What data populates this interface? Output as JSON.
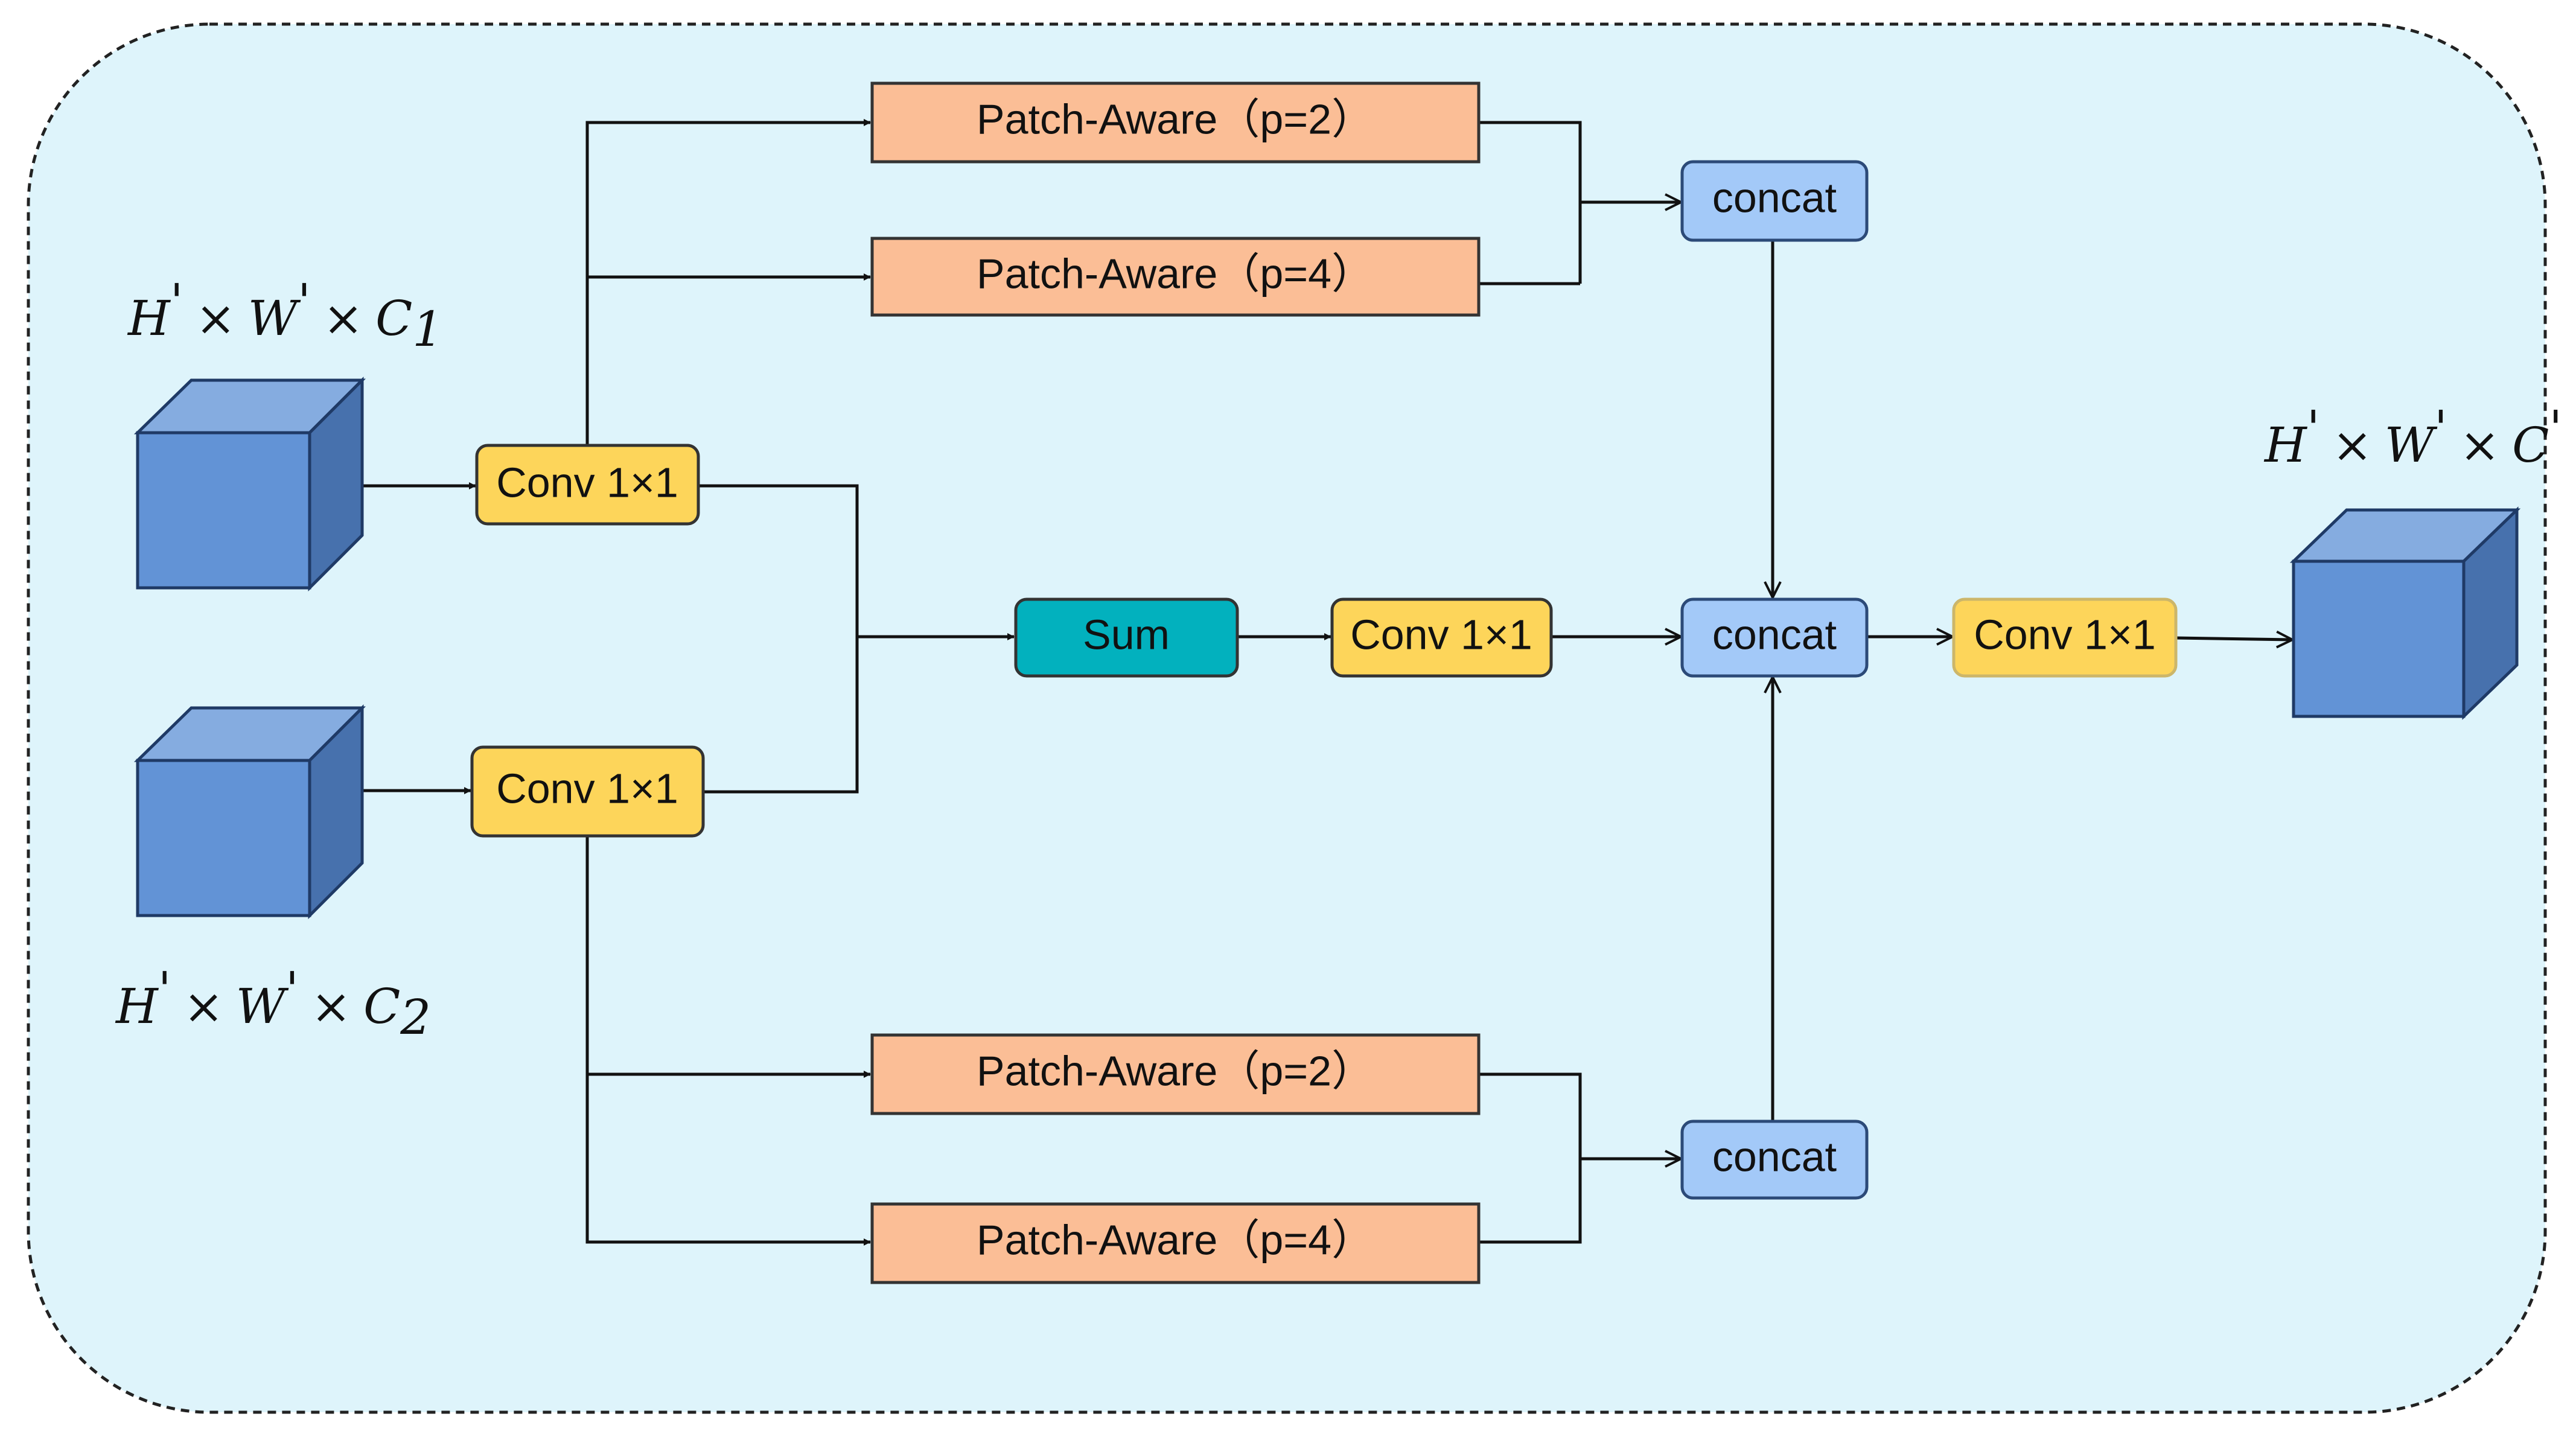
{
  "colors": {
    "background": "#def4fb",
    "patch_aware": "#fbbe96",
    "conv": "#fdd55a",
    "sum": "#02b1be",
    "concat": "#a3c9f8",
    "cube_front": "#6293d6",
    "cube_top": "#85ace0",
    "cube_side": "#4771ad"
  },
  "input1": {
    "dims": {
      "h": "H",
      "w": "W",
      "c": "C",
      "c_sub": "1",
      "prime": "'",
      "times": "×"
    }
  },
  "input2": {
    "dims": {
      "h": "H",
      "w": "W",
      "c": "C",
      "c_sub": "2",
      "prime": "'",
      "times": "×"
    }
  },
  "output": {
    "dims": {
      "h": "H",
      "w": "W",
      "c": "C",
      "prime": "'",
      "times": "×"
    }
  },
  "conv_top": "Conv 1×1",
  "conv_bottom": "Conv 1×1",
  "conv_mid": "Conv 1×1",
  "conv_out": "Conv 1×1",
  "sum": "Sum",
  "patch_top_1": "Patch-Aware（p=2）",
  "patch_top_2": "Patch-Aware（p=4）",
  "patch_bot_1": "Patch-Aware（p=2）",
  "patch_bot_2": "Patch-Aware（p=4）",
  "concat_top": "concat",
  "concat_mid": "concat",
  "concat_bot": "concat"
}
